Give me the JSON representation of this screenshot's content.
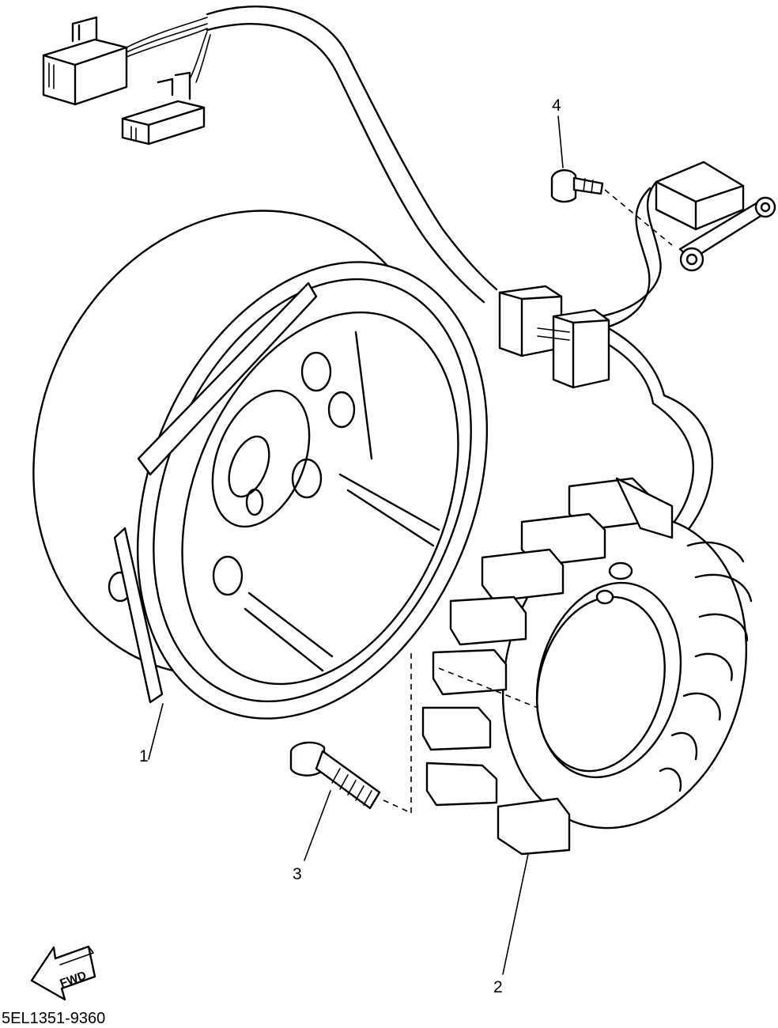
{
  "callouts": {
    "part1": "1",
    "part2": "2",
    "part3": "3",
    "part4": "4"
  },
  "fwd_label": "FWD",
  "diagram_code": "5EL1351-9360",
  "icons": {
    "direction": "fwd-arrow-icon"
  }
}
